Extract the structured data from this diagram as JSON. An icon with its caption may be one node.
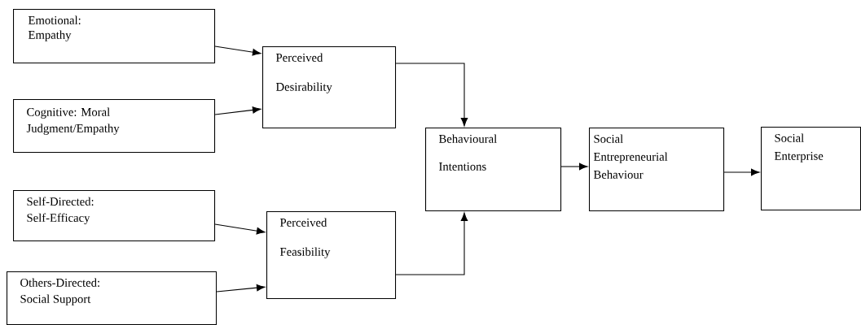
{
  "diagram": {
    "nodes": [
      {
        "text": [
          "Emotional: Empathy"
        ]
      },
      {
        "text": [
          "Cognitive: Moral Judgment/Empathy"
        ]
      },
      {
        "text": [
          "Self-Directed: Self-Efficacy"
        ]
      },
      {
        "text": [
          "Others-Directed: Social Support"
        ]
      },
      {
        "text": [
          "Perceived Desirability"
        ]
      },
      {
        "text": [
          "Perceived Feasibility"
        ]
      },
      {
        "text": [
          "Behavioural Intentions"
        ]
      },
      {
        "text": [
          "Social Entrepreneurial Behaviour"
        ]
      },
      {
        "text": [
          "Social Enterprise"
        ]
      }
    ],
    "edges": [
      {
        "from": 0,
        "to": 4,
        "arrow": "to"
      },
      {
        "from": 1,
        "to": 4,
        "arrow": "to"
      },
      {
        "from": 2,
        "to": 5,
        "arrow": "to"
      },
      {
        "from": 3,
        "to": 5,
        "arrow": "to"
      },
      {
        "from": 4,
        "to": 6,
        "arrow": "to"
      },
      {
        "from": 5,
        "to": 6,
        "arrow": "to"
      },
      {
        "from": 6,
        "to": 7,
        "arrow": "to"
      },
      {
        "from": 7,
        "to": 8,
        "arrow": "to"
      }
    ]
  }
}
